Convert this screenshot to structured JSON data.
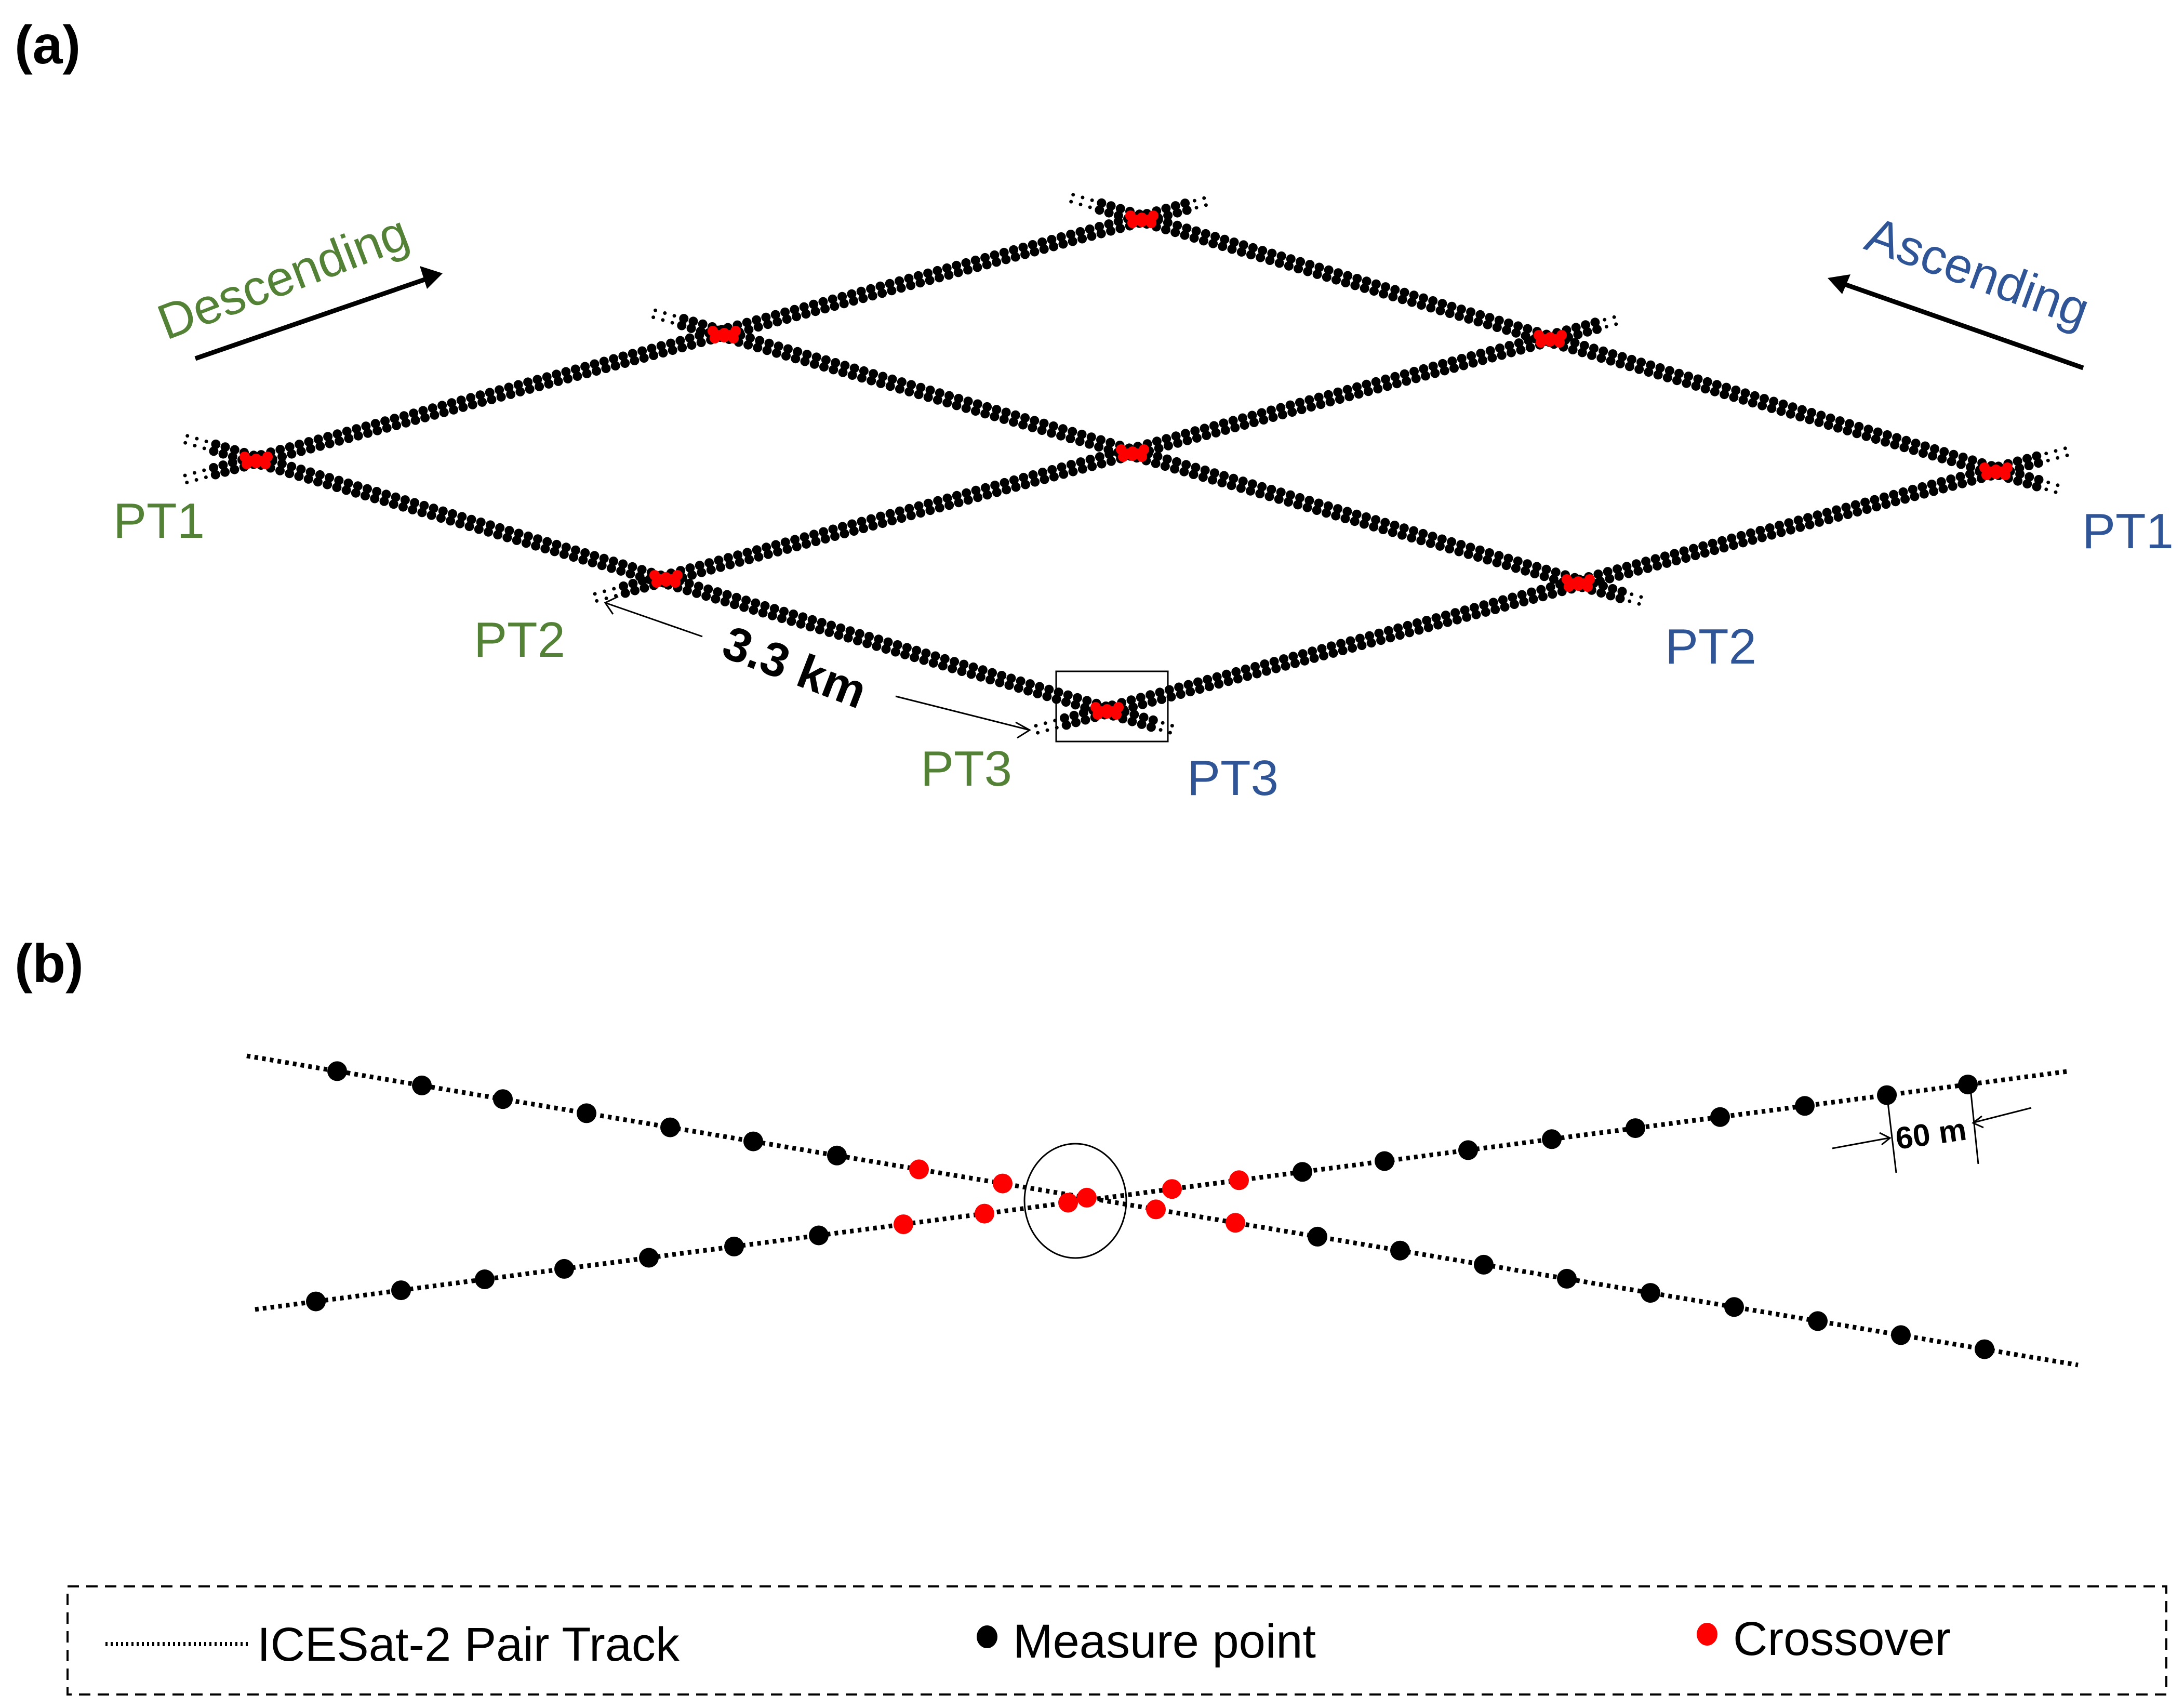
{
  "figure": {
    "panel_a_label": "(a)",
    "panel_b_label": "(b)"
  },
  "colors": {
    "descending": "#538135",
    "ascending": "#2F5597",
    "measure_point": "#000000",
    "crossover": "#FF0000",
    "line": "#000000"
  },
  "panel_a": {
    "descending": {
      "label": "Descending",
      "direction": "up-right"
    },
    "ascending": {
      "label": "Ascending",
      "direction": "up-left"
    },
    "descending_tracks": [
      {
        "label": "PT1"
      },
      {
        "label": "PT2"
      },
      {
        "label": "PT3"
      }
    ],
    "ascending_tracks": [
      {
        "label": "PT1"
      },
      {
        "label": "PT2"
      },
      {
        "label": "PT3"
      }
    ],
    "crossover_count": 9,
    "track_spacing_label": "3.3 km",
    "highlight_box": "zoomed crossover shown in panel (b)"
  },
  "panel_b": {
    "descending_track": {
      "measure_points_before": 7,
      "crossover_points": 5,
      "measure_points_after": 9
    },
    "ascending_track": {
      "measure_points_before": 7,
      "crossover_points": 5,
      "measure_points_after": 9
    },
    "spacing_label": "60 m"
  },
  "legend": {
    "items": [
      {
        "label": "ICESat-2 Pair Track",
        "symbol": "dotted-line"
      },
      {
        "label": "Measure point",
        "symbol": "black-dot"
      },
      {
        "label": "Crossover",
        "symbol": "red-dot"
      }
    ]
  }
}
